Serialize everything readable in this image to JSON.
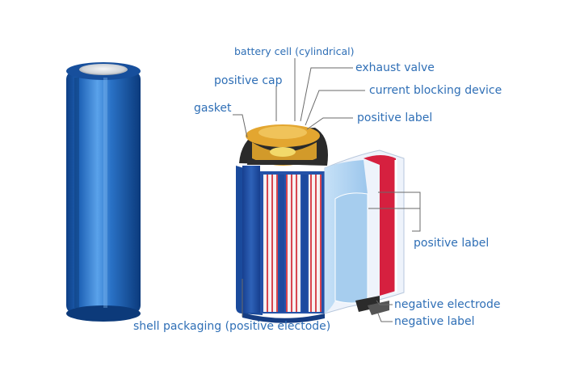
{
  "colors": {
    "label_text": "#2f6fb6",
    "leader_line": "#6a6a6a",
    "battery_blue": "#1f5fae",
    "positive_band": "#d42a45",
    "electrode_light": "#a9d0f0",
    "cap_gold": "#e0a32a"
  },
  "labels": {
    "battery_cell": "battery cell (cylindrical)",
    "exhaust_valve": "exhaust valve",
    "positive_cap": "positive cap",
    "current_blocking_device": "current blocking device",
    "gasket": "gasket",
    "positive_label_top": "positive label",
    "positive_label_right": "positive label",
    "negative_electrode": "negative electrode",
    "negative_label": "negative label",
    "shell_packaging": "shell packaging (positive electode)"
  }
}
